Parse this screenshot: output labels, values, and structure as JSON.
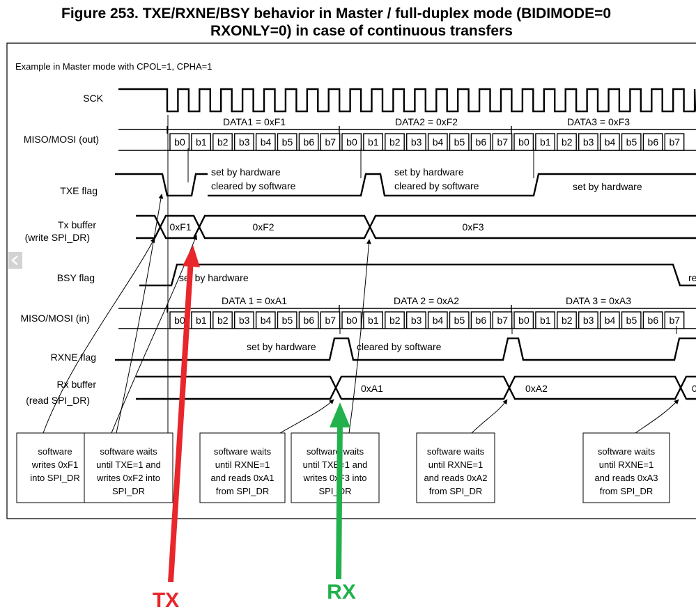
{
  "title": {
    "line1": "Figure 253. TXE/RXNE/BSY behavior in Master / full-duplex mode (BIDIMODE=0",
    "line2": "RXONLY=0) in case of continuous transfers"
  },
  "example_note": "Example in Master mode with CPOL=1, CPHA=1",
  "signals": {
    "sck": "SCK",
    "mosi_out": "MISO/MOSI (out)",
    "txe": "TXE flag",
    "tx_buffer_1": "Tx buffer",
    "tx_buffer_2": "(write SPI_DR)",
    "bsy": "BSY flag",
    "miso_in": "MISO/MOSI (in)",
    "rxne": "RXNE flag",
    "rx_buffer_1": "Rx buffer",
    "rx_buffer_2": "(read SPI_DR)"
  },
  "bits": [
    "b0",
    "b1",
    "b2",
    "b3",
    "b4",
    "b5",
    "b6",
    "b7"
  ],
  "out_frames": [
    "DATA1 = 0xF1",
    "DATA2 = 0xF2",
    "DATA3 = 0xF3"
  ],
  "in_frames": [
    "DATA 1 = 0xA1",
    "DATA 2 = 0xA2",
    "DATA 3 = 0xA3"
  ],
  "tx_values": [
    "0xF1",
    "0xF2",
    "0xF3"
  ],
  "rx_values": [
    "0xA1",
    "0xA2",
    "0"
  ],
  "annotations": {
    "txe_1a": "set by hardware",
    "txe_1b": "cleared by software",
    "txe_2a": "set by hardware",
    "txe_2b": "cleared by software",
    "txe_3": "set by hardware",
    "bsy": "set by hardware",
    "bsy_right": "re",
    "rxne_set": "set by hardware",
    "rxne_clear": "cleared by software"
  },
  "notes": [
    [
      "software",
      "writes 0xF1",
      "into SPI_DR"
    ],
    [
      "software waits",
      "until TXE=1 and",
      "writes 0xF2 into",
      "SPI_DR"
    ],
    [
      "software waits",
      "until RXNE=1",
      "and reads 0xA1",
      "from SPI_DR"
    ],
    [
      "software waits",
      "until TXE=1 and",
      "writes 0xF3 into",
      "SPI_DR"
    ],
    [
      "software waits",
      "until RXNE=1",
      "and reads 0xA2",
      "from SPI_DR"
    ],
    [
      "software waits",
      "until RXNE=1",
      "and reads 0xA3",
      "from SPI_DR"
    ]
  ],
  "overlay_labels": {
    "tx": "TX",
    "rx": "RX"
  },
  "colors": {
    "tx_arrow": "#e8262b",
    "rx_arrow": "#22b14c",
    "line": "#000000"
  },
  "icons": {
    "nav": "chevron-left-icon"
  }
}
